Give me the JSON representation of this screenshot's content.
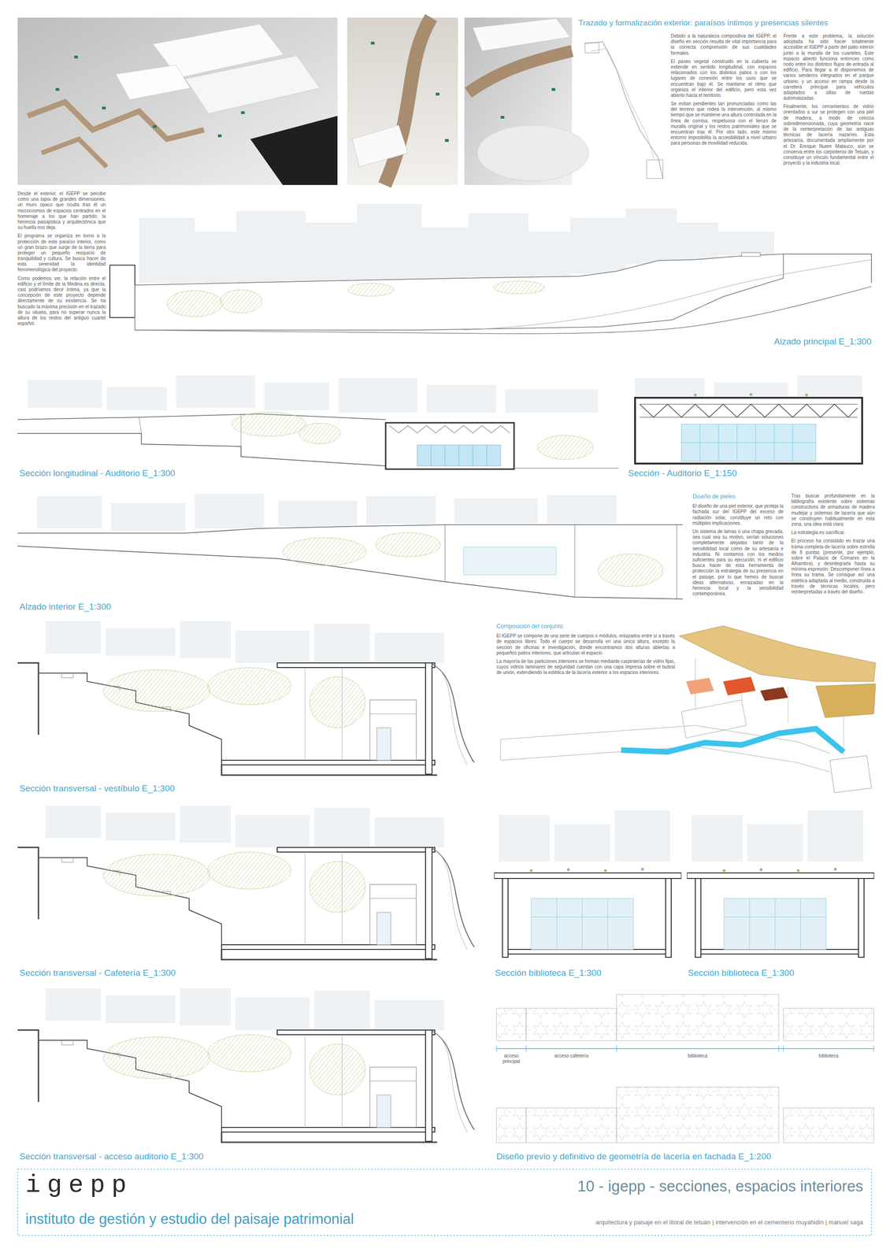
{
  "diagram": {
    "title": "10 - igepp - secciones, espacios interiores",
    "labels": [
      "Trazado y formalización exterior: paraísos íntimos y presencias silentes",
      "Debido a la naturaleza compositiva del IGEPP, el diseño en sección resulta de vital importancia para la correcta comprensión de sus cualidades formales.",
      "El paseo vegetal construido en la cubierta se extiende en sentido longitudinal, con espacios relacionados con los distintos patios o con los lugares de conexión entre los usos que se encuentran bajo él. Se mantiene el ritmo que organiza el interior del edificio, pero esta vez abierto hacia el territorio.",
      "Se evitan pendientes tan pronunciadas como las del terreno que rodea la intervención, al mismo tiempo que se mantiene una altura controlada en la línea de cornisa, respetuosa con el lienzo de muralla original y los restos patrimoniales que se encuentran tras él. Por otro lado, este mismo entorno imposibilita la accesibilidad a nivel urbano para personas de movilidad reducida.",
      "Frente a este problema, la solución adoptada ha sido hacer totalmente accesible el IGEPP a partir del patio interior junto a la muralla de los cuarteles. Este espacio abierto funciona entonces como nodo entre los distintos flujos de entrada al edificio. Para llegar a él disponemos de varios senderos integrados en el parque urbano, y un acceso en rampa desde la carretera principal para vehículos adaptados a sillas de ruedas automatizadas.",
      "Finalmente, los cerramientos de vidrio orientados a sur se protegen con una piel de madera, a modo de celosía sobredimensionada, cuya geometría nace de la reinterpretación de las antiguas técnicas de lacería nazaríes. Esta artesanía, documentada ampliamente por el Dr. Enrique Nuere Matauco, aún se conserva entre los carpinteros de Tetuán, y constituye un vínculo fundamental entre el proyecto y la industria local.",
      "Desde el exterior, el IGEPP se percibe como una tapia de grandes dimensiones, un muro opaco que oculta tras él un microcosmos de espacios centrados en el homenaje a los que han partido, la herencia paisajística y arquitectónica que su huella nos deja.",
      "El programa se organiza en torno a la protección de este paraíso interior, como un gran brazo que surge de la tierra para proteger un pequeño resquicio de tranquilidad y cultura. Se busca hacer de esta serenidad la identidad fenomenológica del proyecto.",
      "Como podemos ver, la relación entre el edificio y el límite de la Medina es directa, casi podríamos decir íntima, ya que la concepción de este proyecto depende directamente de su existencia. Se ha buscado la máxima precisión en el trazado de su silueta, para no superar nunca la altura de los restos del antiguo cuartel español.",
      "Alzado principal E_1:300",
      "Sección longitudinal - Auditorio E_1:300",
      "Sección - Auditorio E_1:150",
      "Diseño de pieles",
      "El diseño de una piel exterior, que proteja la fachada sur del IGEPP del exceso de radiación solar, constituye un reto con múltiples implicaciones.",
      "Un sistema de lamas o una chapa grecada, sea cual sea su motivo, serían soluciones completamente alejadas tanto de la sensibilidad local como de su artesanía e industria. Ni contamos con los medios suficientes para su ejecución, ni el edificio busca hacer de esta herramienta de protección la estrategia de su presencia en el paisaje, por lo que hemos de buscar ideas alternativas, enraizadas en la herencia local y la sensibilidad contemporánea.",
      "Tras buscar profundamente en la bibliografía existente sobre sistemas constructivos de armaduras de madera mudéjar y sistemas de lacería que aún se construyen habitualmente en esta zona, una idea está clara:",
      "La estrategia es sacrificar.",
      "El proceso ha consistido en trazar una trama completa de lacería sobre estrella de 8 puntas (presente, por ejemplo, sobre el Palacio de Comares en la Alhambra), y desintegrarla hasta su mínima expresión. Descomponer línea a línea su trama. Se consigue así una estética adaptada al medio, construida a través de técnicas locales, pero reinterpretadas a través del diseño.",
      "Alzado interior E_1:300",
      "Composición del conjunto",
      "El IGEPP se compone de una serie de cuerpos o módulos, enlazados entre sí a través de espacios libres. Todo el cuerpo se desarrolla en una única altura, excepto la sección de oficinas e investigación, donde encontramos dos alturas abiertas a pequeños patios interiores, que articulan el espacio.",
      "La mayoría de las particiones interiores se forman mediante carpinterías de vidrio fijas, cuyos vidrios laminares de seguridad cuentan con una capa impresa sobre el butiral de unión, extendiendo la estética de la lacería exterior a los espacios interiores.",
      "Sección transversal - vestíbulo E_1:300",
      "Sección transversal - Cafetería E_1:300",
      "Sección biblioteca E_1:300",
      "Sección biblioteca E_1:300",
      "acceso principal",
      "acceso cafetería",
      "biblioteca",
      "biblioteca",
      "Sección transversal - acceso auditorio E_1:300",
      "Diseño previo y definitivo de geometría de lacería en fachada E_1:200",
      "igepp",
      "instituto de gestión y estudio del paisaje patrimonial",
      "arquitectura y paisaje en el litoral de tetuán | intervención en el cementerio muyahidín | manuel saga"
    ]
  }
}
